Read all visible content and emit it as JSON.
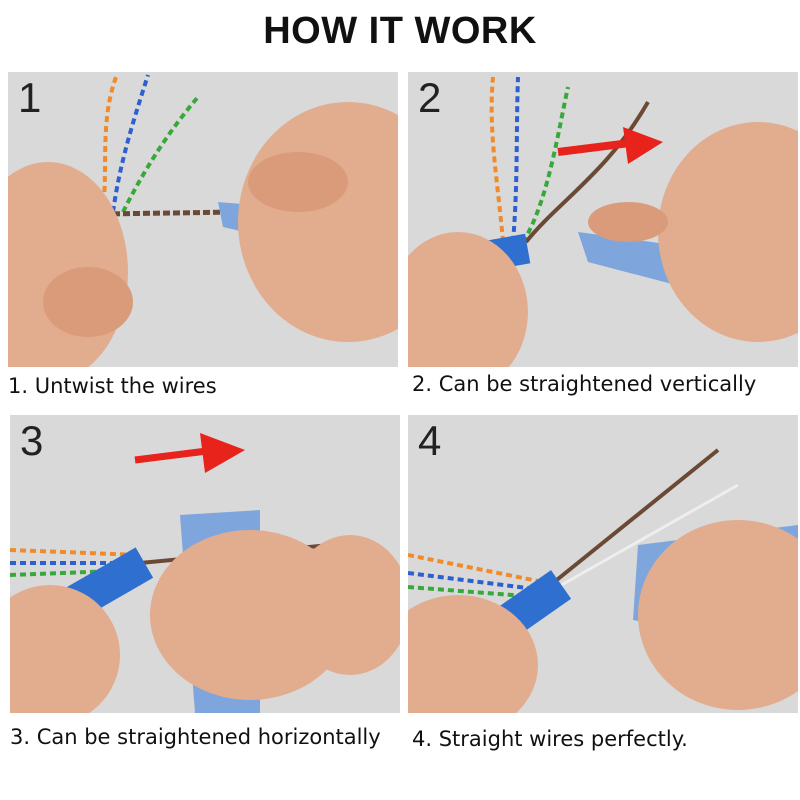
{
  "title": "HOW IT WORK",
  "steps": [
    {
      "number": "1",
      "caption": "1. Untwist the wires"
    },
    {
      "number": "2",
      "caption": "2. Can be straightened vertically"
    },
    {
      "number": "3",
      "caption": "3. Can be straightened horizontally"
    },
    {
      "number": "4",
      "caption": "4. Straight wires perfectly."
    }
  ],
  "colors": {
    "tool": "#7fa6dc",
    "cable": "#2f6fd0",
    "arrow": "#e8231c",
    "skin": "#e2ad8e",
    "background": "#dcdcdc"
  }
}
